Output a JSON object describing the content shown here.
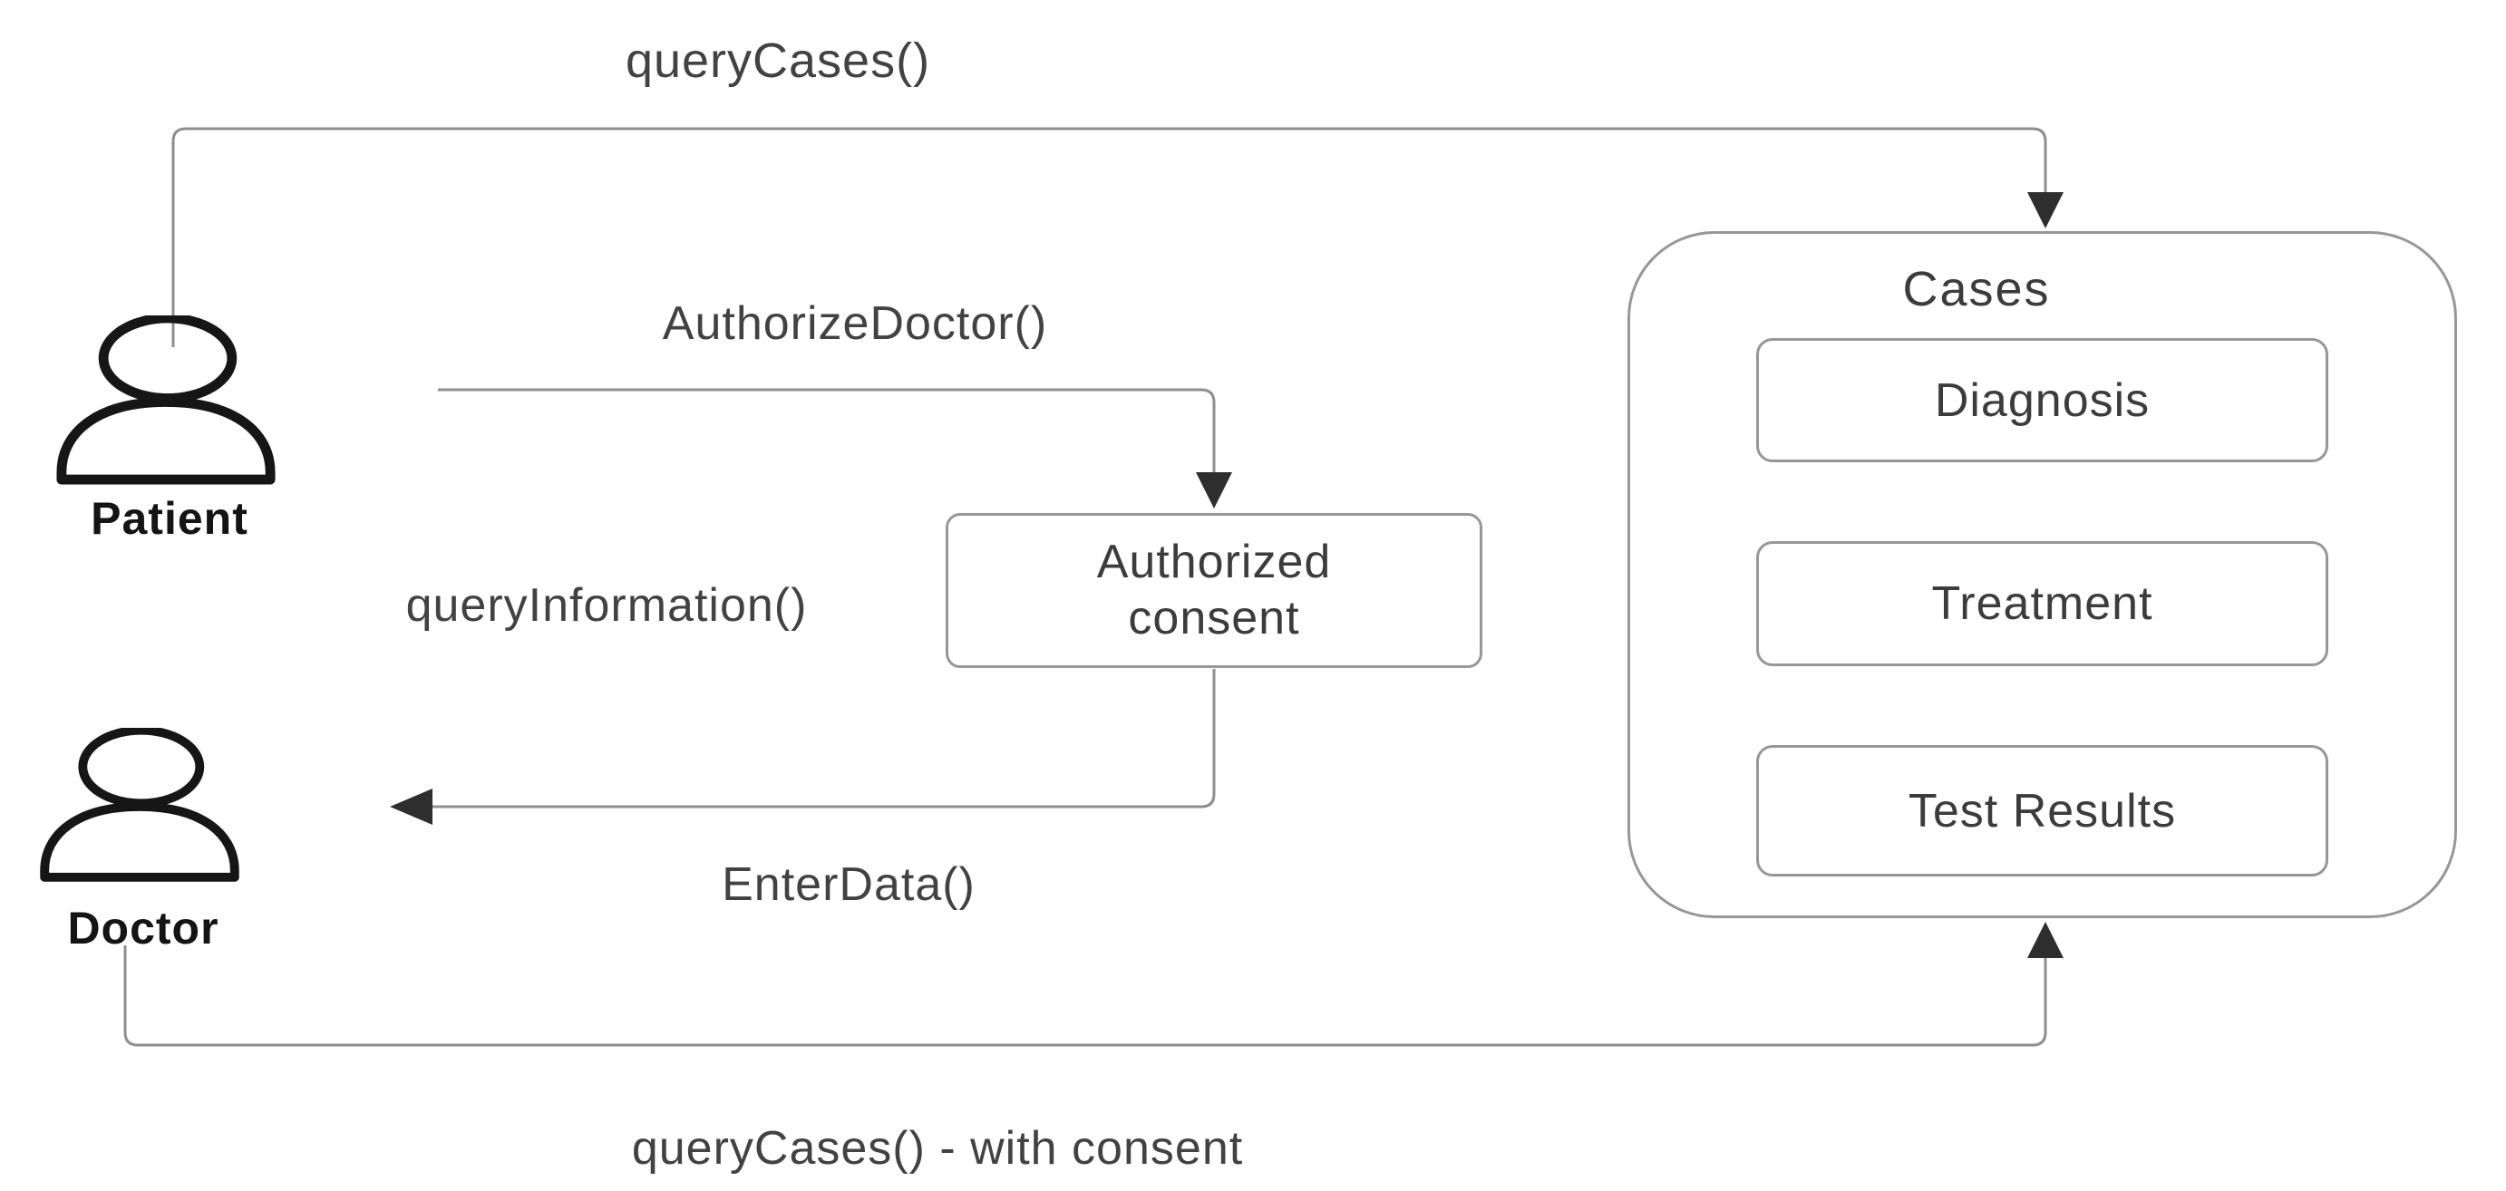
{
  "colors": {
    "background": "#ffffff",
    "line": "#8e8e8e",
    "box_border": "#979797",
    "box_fill": "#ffffff",
    "arrowhead": "#2e2e2e",
    "label_text": "#424242",
    "node_text": "#3c3c3c",
    "actor_icon": "#161616",
    "actor_label_text": "#141414"
  },
  "diagram": {
    "actors": {
      "patient": {
        "label": "Patient",
        "icon": "person-icon"
      },
      "doctor": {
        "label": "Doctor",
        "icon": "person-icon"
      }
    },
    "messages": {
      "query_cases": "queryCases()",
      "authorize_doctor": "AuthorizeDoctor()",
      "query_information": "queryInformation()",
      "enter_data": "EnterData()",
      "query_cases_with_consent": "queryCases() - with consent"
    },
    "consent_node": {
      "label": "Authorized\nconsent"
    },
    "cases": {
      "title": "Cases",
      "items": [
        "Diagnosis",
        "Treatment",
        "Test Results"
      ]
    }
  }
}
